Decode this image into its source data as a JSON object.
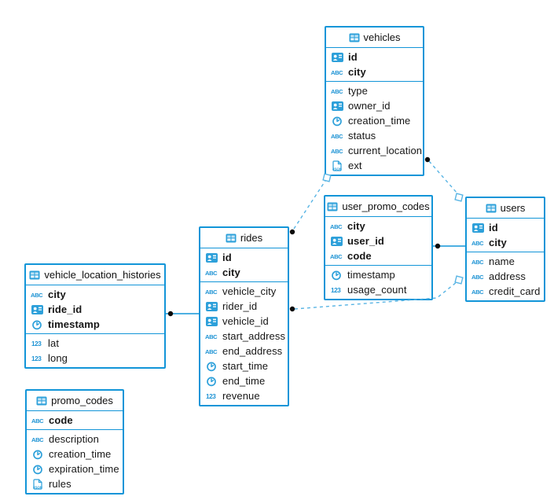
{
  "diagram": {
    "type": "entity-relationship-diagram",
    "accent_color": "#1295d8",
    "dashed_line_color": "#58b4e4",
    "dot_marker_color": "#0a0a0a",
    "background_color": "#ffffff"
  },
  "tables": [
    {
      "id": "vehicles",
      "name": "vehicles",
      "key_fields": [
        {
          "name": "id",
          "type": "id"
        },
        {
          "name": "city",
          "type": "text"
        }
      ],
      "fields": [
        {
          "name": "type",
          "type": "text"
        },
        {
          "name": "owner_id",
          "type": "id"
        },
        {
          "name": "creation_time",
          "type": "time"
        },
        {
          "name": "status",
          "type": "text"
        },
        {
          "name": "current_location",
          "type": "text"
        },
        {
          "name": "ext",
          "type": "json"
        }
      ]
    },
    {
      "id": "user_promo_codes",
      "name": "user_promo_codes",
      "key_fields": [
        {
          "name": "city",
          "type": "text"
        },
        {
          "name": "user_id",
          "type": "id"
        },
        {
          "name": "code",
          "type": "text"
        }
      ],
      "fields": [
        {
          "name": "timestamp",
          "type": "time"
        },
        {
          "name": "usage_count",
          "type": "number"
        }
      ]
    },
    {
      "id": "users",
      "name": "users",
      "key_fields": [
        {
          "name": "id",
          "type": "id"
        },
        {
          "name": "city",
          "type": "text"
        }
      ],
      "fields": [
        {
          "name": "name",
          "type": "text"
        },
        {
          "name": "address",
          "type": "text"
        },
        {
          "name": "credit_card",
          "type": "text"
        }
      ]
    },
    {
      "id": "rides",
      "name": "rides",
      "key_fields": [
        {
          "name": "id",
          "type": "id"
        },
        {
          "name": "city",
          "type": "text"
        }
      ],
      "fields": [
        {
          "name": "vehicle_city",
          "type": "text"
        },
        {
          "name": "rider_id",
          "type": "id"
        },
        {
          "name": "vehicle_id",
          "type": "id"
        },
        {
          "name": "start_address",
          "type": "text"
        },
        {
          "name": "end_address",
          "type": "text"
        },
        {
          "name": "start_time",
          "type": "time"
        },
        {
          "name": "end_time",
          "type": "time"
        },
        {
          "name": "revenue",
          "type": "number"
        }
      ]
    },
    {
      "id": "vehicle_location_histories",
      "name": "vehicle_location_histories",
      "key_fields": [
        {
          "name": "city",
          "type": "text"
        },
        {
          "name": "ride_id",
          "type": "id"
        },
        {
          "name": "timestamp",
          "type": "time"
        }
      ],
      "fields": [
        {
          "name": "lat",
          "type": "number"
        },
        {
          "name": "long",
          "type": "number"
        }
      ]
    },
    {
      "id": "promo_codes",
      "name": "promo_codes",
      "key_fields": [
        {
          "name": "code",
          "type": "text"
        }
      ],
      "fields": [
        {
          "name": "description",
          "type": "text"
        },
        {
          "name": "creation_time",
          "type": "time"
        },
        {
          "name": "expiration_time",
          "type": "time"
        },
        {
          "name": "rules",
          "type": "json"
        }
      ]
    }
  ],
  "relationships": [
    {
      "from": "rides",
      "to": "vehicles",
      "line_style": "dashed",
      "from_marker": "dot",
      "to_marker": "square"
    },
    {
      "from": "vehicles",
      "to": "users",
      "line_style": "dashed",
      "from_marker": "dot",
      "to_marker": "square"
    },
    {
      "from": "rides",
      "to": "users",
      "line_style": "dashed",
      "from_marker": "dot",
      "to_marker": "square"
    },
    {
      "from": "vehicle_location_histories",
      "to": "rides",
      "line_style": "solid",
      "from_marker": "dot",
      "to_marker": "none"
    },
    {
      "from": "user_promo_codes",
      "to": "users",
      "line_style": "solid",
      "from_marker": "dot",
      "to_marker": "none"
    }
  ]
}
